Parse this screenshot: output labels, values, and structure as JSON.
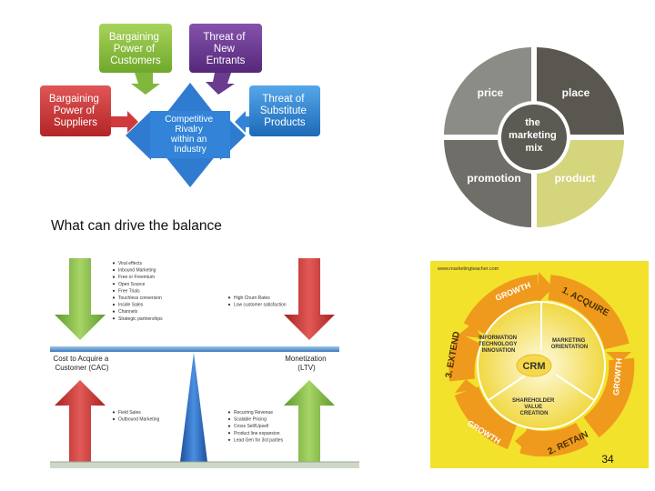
{
  "porter": {
    "customers": [
      "Bargaining",
      "Power of",
      "Customers"
    ],
    "entrants": [
      "Threat of",
      "New",
      "Entrants"
    ],
    "suppliers": [
      "Bargaining",
      "Power of",
      "Suppliers"
    ],
    "substitutes": [
      "Threat of",
      "Substitute",
      "Products"
    ],
    "rivalry": [
      "Competitive",
      "Rivalry",
      "within an",
      "Industry"
    ]
  },
  "mix": {
    "price": "price",
    "place": "place",
    "promotion": "promotion",
    "product": "product",
    "center": [
      "the",
      "marketing",
      "mix"
    ]
  },
  "balance": {
    "title": "What can drive the balance",
    "top_left_items": [
      "Viral effects",
      "Inbound Marketing",
      "Free or Freemium",
      "Open Source",
      "Free Trials",
      "Touchless conversion",
      "Inside Sales",
      "Channels",
      "Strategic partnerships"
    ],
    "top_right_items": [
      "High Churn Rates",
      "Low customer satisfaction"
    ],
    "left_label": [
      "Cost to Acquire a",
      "Customer (CAC)"
    ],
    "right_label": [
      "Monetization",
      "(LTV)"
    ],
    "bottom_left_items": [
      "Field Sales",
      "Outbound Marketing"
    ],
    "bottom_right_items": [
      "Recurring Revenue",
      "Scalable Pricing",
      "Cross Sell/Upsell",
      "Product line expansion",
      "Lead Gen for 3rd parties"
    ]
  },
  "crm": {
    "site": "www.marketingteacher.com",
    "acquire": "1. ACQUIRE",
    "growth_top": "GROWTH",
    "extend": "3. EXTEND",
    "growth_right": "GROWTH",
    "retain": "2. RETAIN",
    "growth_bottom": "GROWTH",
    "it": [
      "INFORMATION",
      "TECHNOLOGY",
      "INNOVATION"
    ],
    "mo": [
      "MARKETING",
      "ORIENTATION"
    ],
    "svc": [
      "SHAREHOLDER",
      "VALUE",
      "CREATION"
    ],
    "center": "CRM"
  },
  "page_number": "34",
  "colors": {
    "yellow_green": "#8fc641",
    "purple": "#6a3b8e",
    "red": "#cf3a3c",
    "blue": "#2a74c6",
    "mix_grey": "#8a8c85",
    "mix_dark": "#59574f",
    "mix_mid": "#6f6e68",
    "mix_yellow": "#d4d57d",
    "crm_bg": "#f3e22b",
    "crm_orange": "#ef9a1d"
  }
}
